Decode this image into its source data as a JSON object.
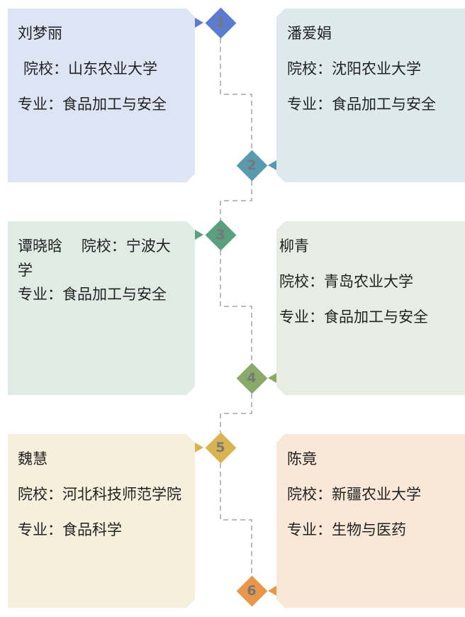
{
  "colors": [
    "#5b7bd0",
    "#5a9aae",
    "#5a9f7f",
    "#8aaa6a",
    "#d8b350",
    "#e8964a"
  ],
  "items": [
    {
      "num": "1",
      "name": "刘梦丽",
      "school": "院校：山东农业大学",
      "major": "专业：食品加工与安全",
      "bg": "#dde4f3"
    },
    {
      "num": "2",
      "name": "潘爱娟",
      "school": "院校：沈阳农业大学",
      "major": "专业：食品加工与安全",
      "bg": "#dde9ed"
    },
    {
      "num": "3",
      "name": "谭晓晗",
      "school": "院校：宁波大学",
      "major": "专业：食品加工与安全",
      "bg": "#dfebe4"
    },
    {
      "num": "4",
      "name": "柳青",
      "school": "院校：青岛农业大学",
      "major": "专业：食品加工与安全",
      "bg": "#e7ede2"
    },
    {
      "num": "5",
      "name": "魏慧",
      "school": "院校：河北科技师范学院",
      "major": "专业：食品科学",
      "bg": "#f6efdc"
    },
    {
      "num": "6",
      "name": "陈竟",
      "school": "院校：新疆农业大学",
      "major": "专业：生物与医药",
      "bg": "#f9e8d8"
    }
  ]
}
